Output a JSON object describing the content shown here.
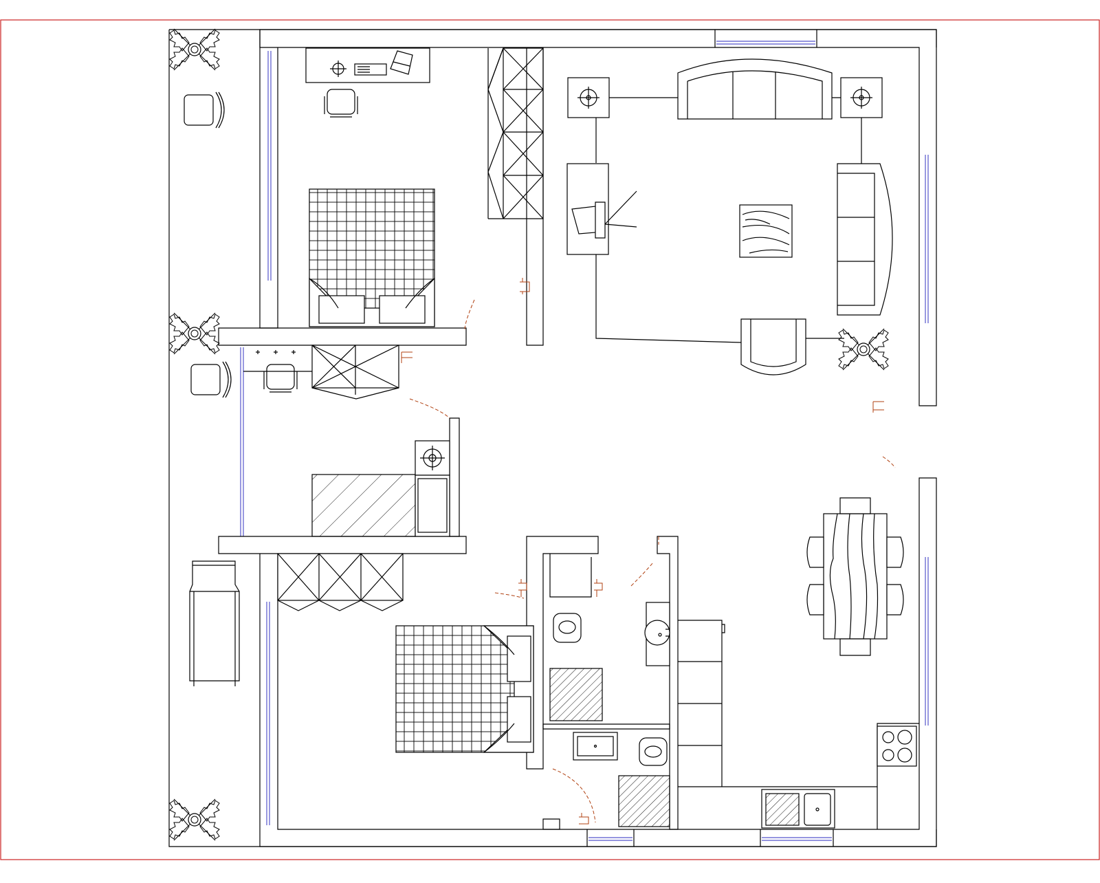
{
  "drawing": {
    "type": "architectural floor plan",
    "text_labels": [],
    "colors": {
      "background": "#ffffff",
      "line": "#000000",
      "border_frame": "#cc2222",
      "window_glazing": "#5555cc",
      "door_swing": "#b04010",
      "door_handle": "#b04010"
    }
  },
  "rooms": [
    {
      "id": "bedroom-1",
      "furniture": [
        "double-bed",
        "desk",
        "office-chair",
        "wardrobe"
      ]
    },
    {
      "id": "living-room",
      "furniture": [
        "sofa",
        "sofa",
        "armchair",
        "coffee-table",
        "tv-unit",
        "lamp-table",
        "lamp-table"
      ]
    },
    {
      "id": "study",
      "furniture": [
        "desk",
        "chair",
        "wardrobe",
        "bed-small",
        "cabinet"
      ]
    },
    {
      "id": "bedroom-2",
      "furniture": [
        "double-bed",
        "wardrobe"
      ]
    },
    {
      "id": "bathroom-1",
      "furniture": [
        "toilet",
        "shower",
        "washbasin"
      ]
    },
    {
      "id": "bathroom-2",
      "furniture": [
        "toilet",
        "shower",
        "washbasin"
      ]
    },
    {
      "id": "kitchen-dining",
      "furniture": [
        "dining-table",
        "chairs",
        "stove",
        "sink",
        "counter",
        "cabinets"
      ]
    },
    {
      "id": "balcony",
      "furniture": [
        "plant",
        "plant",
        "plant",
        "armchair",
        "armchair",
        "lounger"
      ]
    }
  ],
  "icons": [
    "plant-icon",
    "armchair-icon",
    "lounger-icon",
    "stove-icon",
    "sink-icon",
    "toilet-icon",
    "lamp-icon"
  ]
}
